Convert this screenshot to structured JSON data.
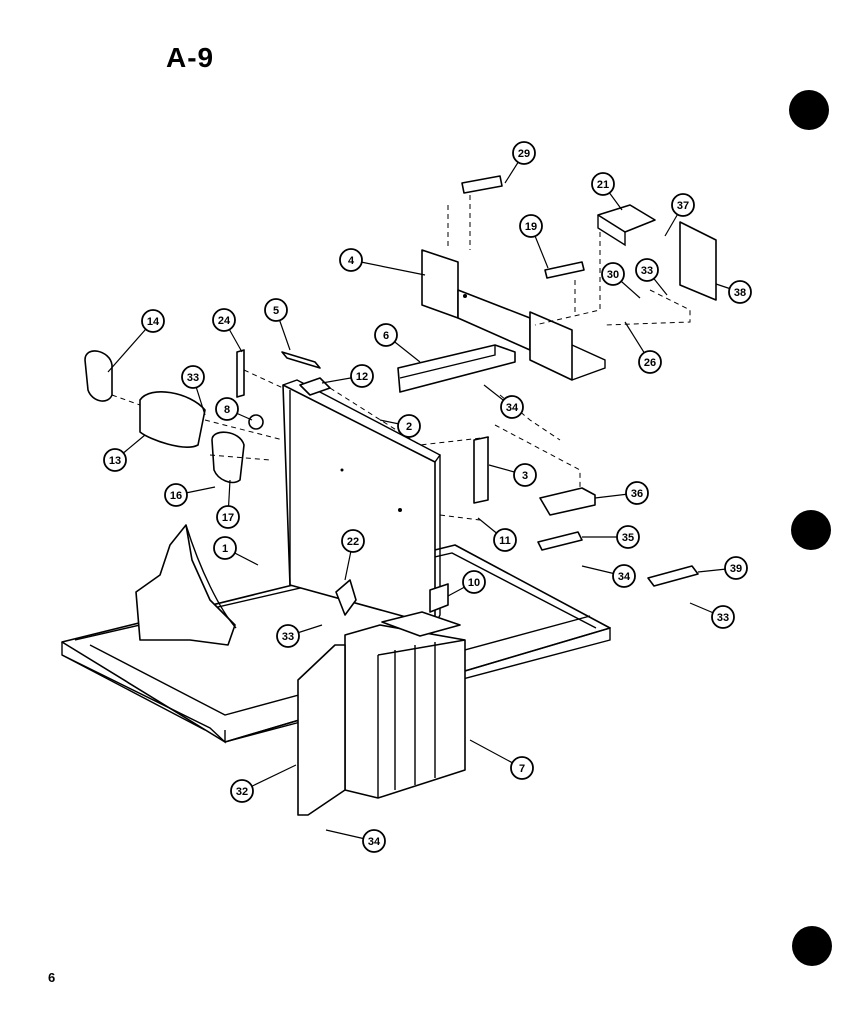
{
  "page": {
    "title": "A-9",
    "page_number": "6"
  },
  "diagram": {
    "callouts": [
      {
        "id": "c29",
        "label": "29"
      },
      {
        "id": "c21",
        "label": "21"
      },
      {
        "id": "c37",
        "label": "37"
      },
      {
        "id": "c19",
        "label": "19"
      },
      {
        "id": "c4",
        "label": "4"
      },
      {
        "id": "c30a",
        "label": "30"
      },
      {
        "id": "c33a",
        "label": "33"
      },
      {
        "id": "c38",
        "label": "38"
      },
      {
        "id": "c26",
        "label": "26"
      },
      {
        "id": "c14",
        "label": "14"
      },
      {
        "id": "c24",
        "label": "24"
      },
      {
        "id": "c5",
        "label": "5"
      },
      {
        "id": "c6",
        "label": "6"
      },
      {
        "id": "c12",
        "label": "12"
      },
      {
        "id": "c33b",
        "label": "33"
      },
      {
        "id": "c8",
        "label": "8"
      },
      {
        "id": "c34a",
        "label": "34"
      },
      {
        "id": "c2",
        "label": "2"
      },
      {
        "id": "c13",
        "label": "13"
      },
      {
        "id": "c3",
        "label": "3"
      },
      {
        "id": "c16",
        "label": "16"
      },
      {
        "id": "c17",
        "label": "17"
      },
      {
        "id": "c36",
        "label": "36"
      },
      {
        "id": "c11",
        "label": "11"
      },
      {
        "id": "c35",
        "label": "35"
      },
      {
        "id": "c1",
        "label": "1"
      },
      {
        "id": "c22",
        "label": "22"
      },
      {
        "id": "c34b",
        "label": "34"
      },
      {
        "id": "c39",
        "label": "39"
      },
      {
        "id": "c10",
        "label": "10"
      },
      {
        "id": "c33c",
        "label": "33"
      },
      {
        "id": "c33d",
        "label": "33"
      },
      {
        "id": "c7",
        "label": "7"
      },
      {
        "id": "c32",
        "label": "32"
      },
      {
        "id": "c34c",
        "label": "34"
      }
    ]
  }
}
